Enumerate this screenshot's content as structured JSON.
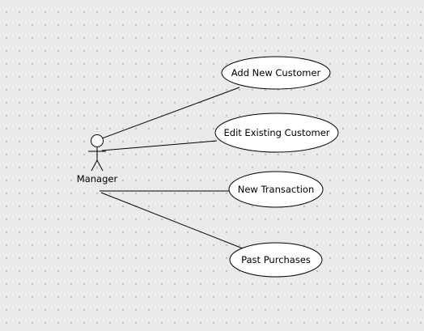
{
  "diagram": {
    "type": "use-case",
    "actor": {
      "name": "Manager"
    },
    "use_cases": [
      {
        "id": "uc1",
        "label": "Add New Customer"
      },
      {
        "id": "uc2",
        "label": "Edit Existing Customer"
      },
      {
        "id": "uc3",
        "label": "New Transaction"
      },
      {
        "id": "uc4",
        "label": "Past Purchases"
      }
    ],
    "associations": [
      {
        "from": "actor",
        "to": "uc1"
      },
      {
        "from": "actor",
        "to": "uc2"
      },
      {
        "from": "actor",
        "to": "uc3"
      },
      {
        "from": "actor",
        "to": "uc4"
      }
    ]
  },
  "colors": {
    "background": "#eaeaea",
    "grid_dot": "#b4b4b4",
    "shape_fill": "#ffffff",
    "stroke": "#000000"
  }
}
